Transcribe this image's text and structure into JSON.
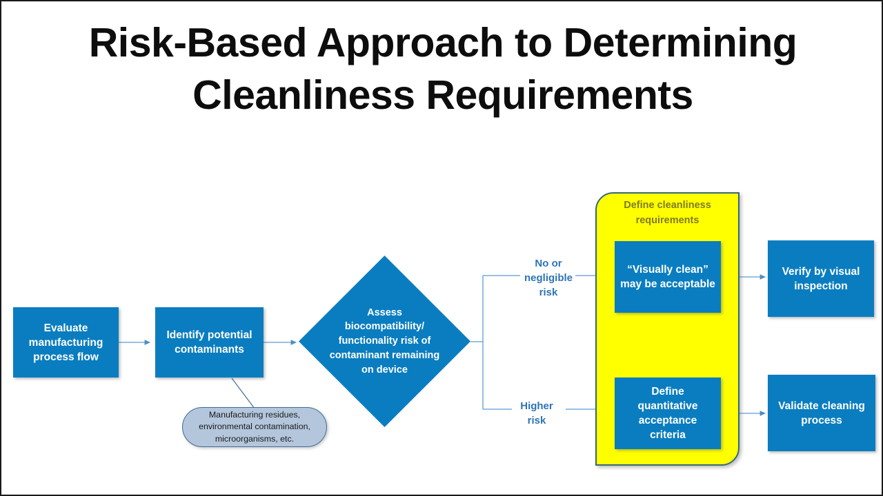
{
  "slide": {
    "title": "Risk-Based Approach to  Determining\nCleanliness Requirements",
    "background_color": "#FFFFFF",
    "border_color": "#1A1A1A"
  },
  "colors": {
    "process_blue": "#0A7DC0",
    "process_text": "#FFFFFF",
    "container_yellow": "#FFFF00",
    "container_border": "#33687A",
    "container_title_text": "#7E7B1E",
    "callout_fill": "#B3C6DC",
    "callout_border": "#3F6C96",
    "branch_label_blue": "#2E74B5",
    "connector_blue": "#5B9BD5",
    "arrowhead_blue": "#4A8FC4"
  },
  "flow": {
    "steps": [
      {
        "id": "evaluate",
        "label": "Evaluate\nmanufacturing\nprocess flow",
        "shape": "rectangle"
      },
      {
        "id": "identify",
        "label": "Identify potential\ncontaminants",
        "shape": "rectangle"
      },
      {
        "id": "assess",
        "label": "Assess\nbiocompatibility/\nfunctionality  risk of\ncontaminant  remaining\non device",
        "shape": "diamond"
      },
      {
        "id": "visually",
        "label": "“Visually  clean”\nmay be acceptable",
        "shape": "rectangle"
      },
      {
        "id": "quant",
        "label": "Define quantitative\nacceptance  criteria",
        "shape": "rectangle"
      },
      {
        "id": "verify",
        "label": "Verify by visual\ninspection",
        "shape": "rectangle"
      },
      {
        "id": "validate",
        "label": "Validate cleaning\nprocess",
        "shape": "rectangle"
      }
    ],
    "container": {
      "id": "define-cleanliness",
      "title": "Define cleanliness\nrequirements",
      "shape": "rounded-alternate-process"
    },
    "callout": {
      "id": "contaminant-examples",
      "text": "Manufacturing  residues,\nenvironmental  contamination,\nmicroorganisms,  etc.",
      "shape": "pill"
    },
    "branches": [
      {
        "id": "low-risk",
        "label": "No or\nnegligible\nrisk",
        "from": "assess",
        "to": "visually"
      },
      {
        "id": "high-risk",
        "label": "Higher\nrisk",
        "from": "assess",
        "to": "quant"
      }
    ],
    "connectors": [
      {
        "from": "evaluate",
        "to": "identify",
        "arrow": true
      },
      {
        "from": "identify",
        "to": "assess",
        "arrow": true
      },
      {
        "from": "assess",
        "to": "visually",
        "arrow": true
      },
      {
        "from": "assess",
        "to": "quant",
        "arrow": true
      },
      {
        "from": "visually",
        "to": "verify",
        "arrow": true
      },
      {
        "from": "quant",
        "to": "validate",
        "arrow": true
      },
      {
        "from": "identify",
        "to": "contaminant-examples",
        "arrow": false
      }
    ]
  }
}
